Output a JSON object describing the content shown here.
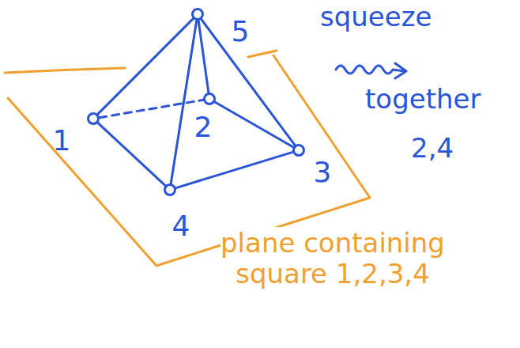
{
  "diagram": {
    "nodes": [
      {
        "text": [
          "1"
        ]
      },
      {
        "text": [
          "2"
        ]
      },
      {
        "text": [
          "3"
        ]
      },
      {
        "text": [
          "4"
        ]
      },
      {
        "text": [
          "5"
        ]
      }
    ],
    "edges": [
      {
        "from": 0,
        "to": 1,
        "arrow": "none"
      },
      {
        "from": 1,
        "to": 2,
        "arrow": "none"
      },
      {
        "from": 2,
        "to": 3,
        "arrow": "none"
      },
      {
        "from": 3,
        "to": 0,
        "arrow": "none"
      },
      {
        "from": 4,
        "to": 0,
        "arrow": "none"
      },
      {
        "from": 4,
        "to": 1,
        "arrow": "none"
      },
      {
        "from": 4,
        "to": 2,
        "arrow": "none"
      },
      {
        "from": 4,
        "to": 3,
        "arrow": "none"
      }
    ],
    "labels": [
      "squeeze",
      "together",
      "2,4",
      "plane containing square 1,2,3,4"
    ]
  }
}
